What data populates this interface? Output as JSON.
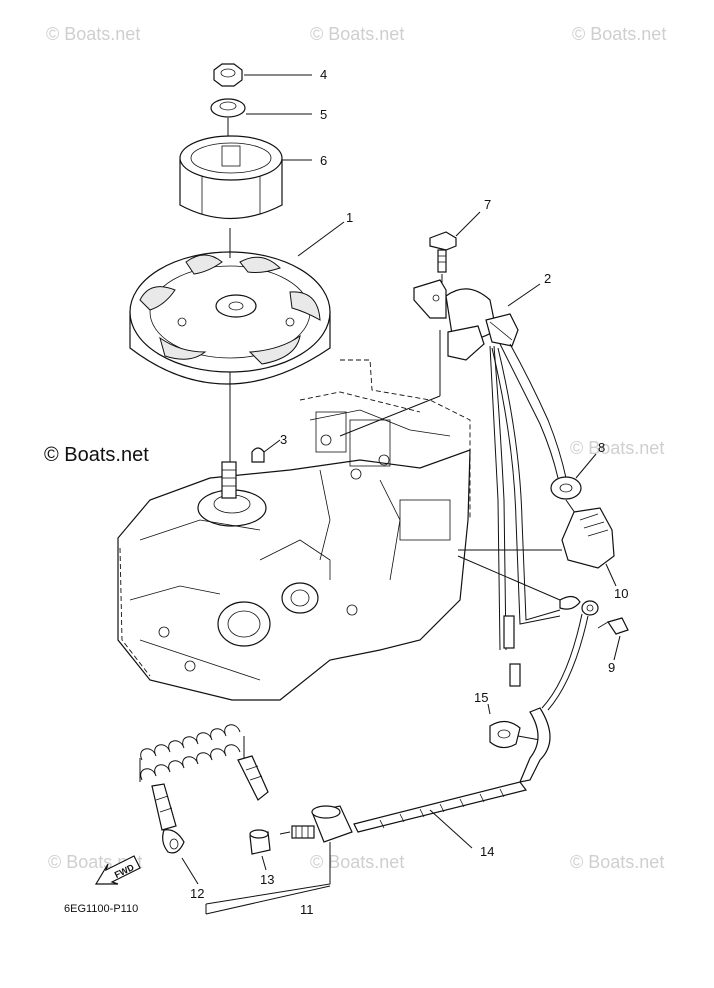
{
  "diagram": {
    "figure_code": "6EG1100-P110",
    "fwd_label": "FWD",
    "watermark": "© Boats.net",
    "callouts": {
      "p1": "1",
      "p2": "2",
      "p3": "3",
      "p4": "4",
      "p5": "5",
      "p6": "6",
      "p7": "7",
      "p8": "8",
      "p9": "9",
      "p10": "10",
      "p11": "11",
      "p12": "12",
      "p13": "13",
      "p14": "14",
      "p15": "15"
    }
  }
}
